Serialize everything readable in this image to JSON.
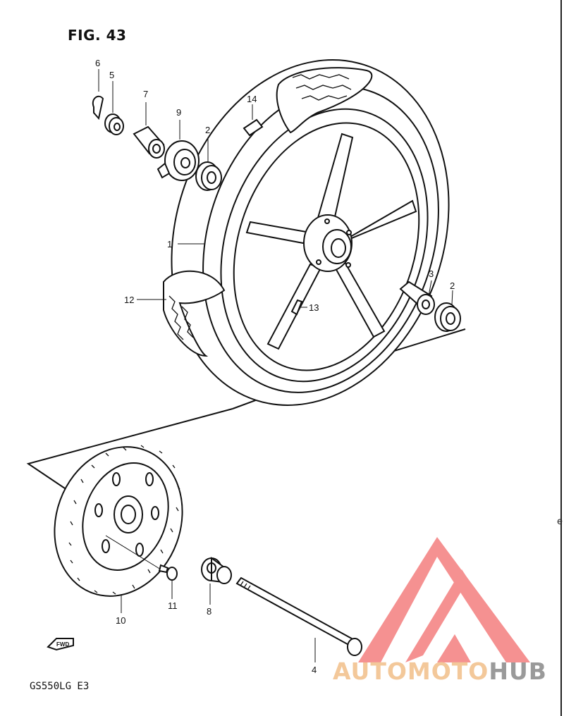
{
  "figure": {
    "title": "FIG. 43",
    "model": "GS550LG  E3",
    "edge_char": "e"
  },
  "direction_marker": "FWD",
  "callouts": {
    "c1": "1",
    "c2a": "2",
    "c2b": "2",
    "c3": "3",
    "c4": "4",
    "c5": "5",
    "c6": "6",
    "c7": "7",
    "c8": "8",
    "c9": "9",
    "c10": "10",
    "c11": "11",
    "c12": "12",
    "c13": "13",
    "c14": "14"
  },
  "watermark": {
    "part1": "AUTOMOTO",
    "part2": "HUB",
    "color_triangle": "#f26d6d",
    "color_text1": "#f3c89a",
    "color_text2": "#9a9a9a"
  }
}
